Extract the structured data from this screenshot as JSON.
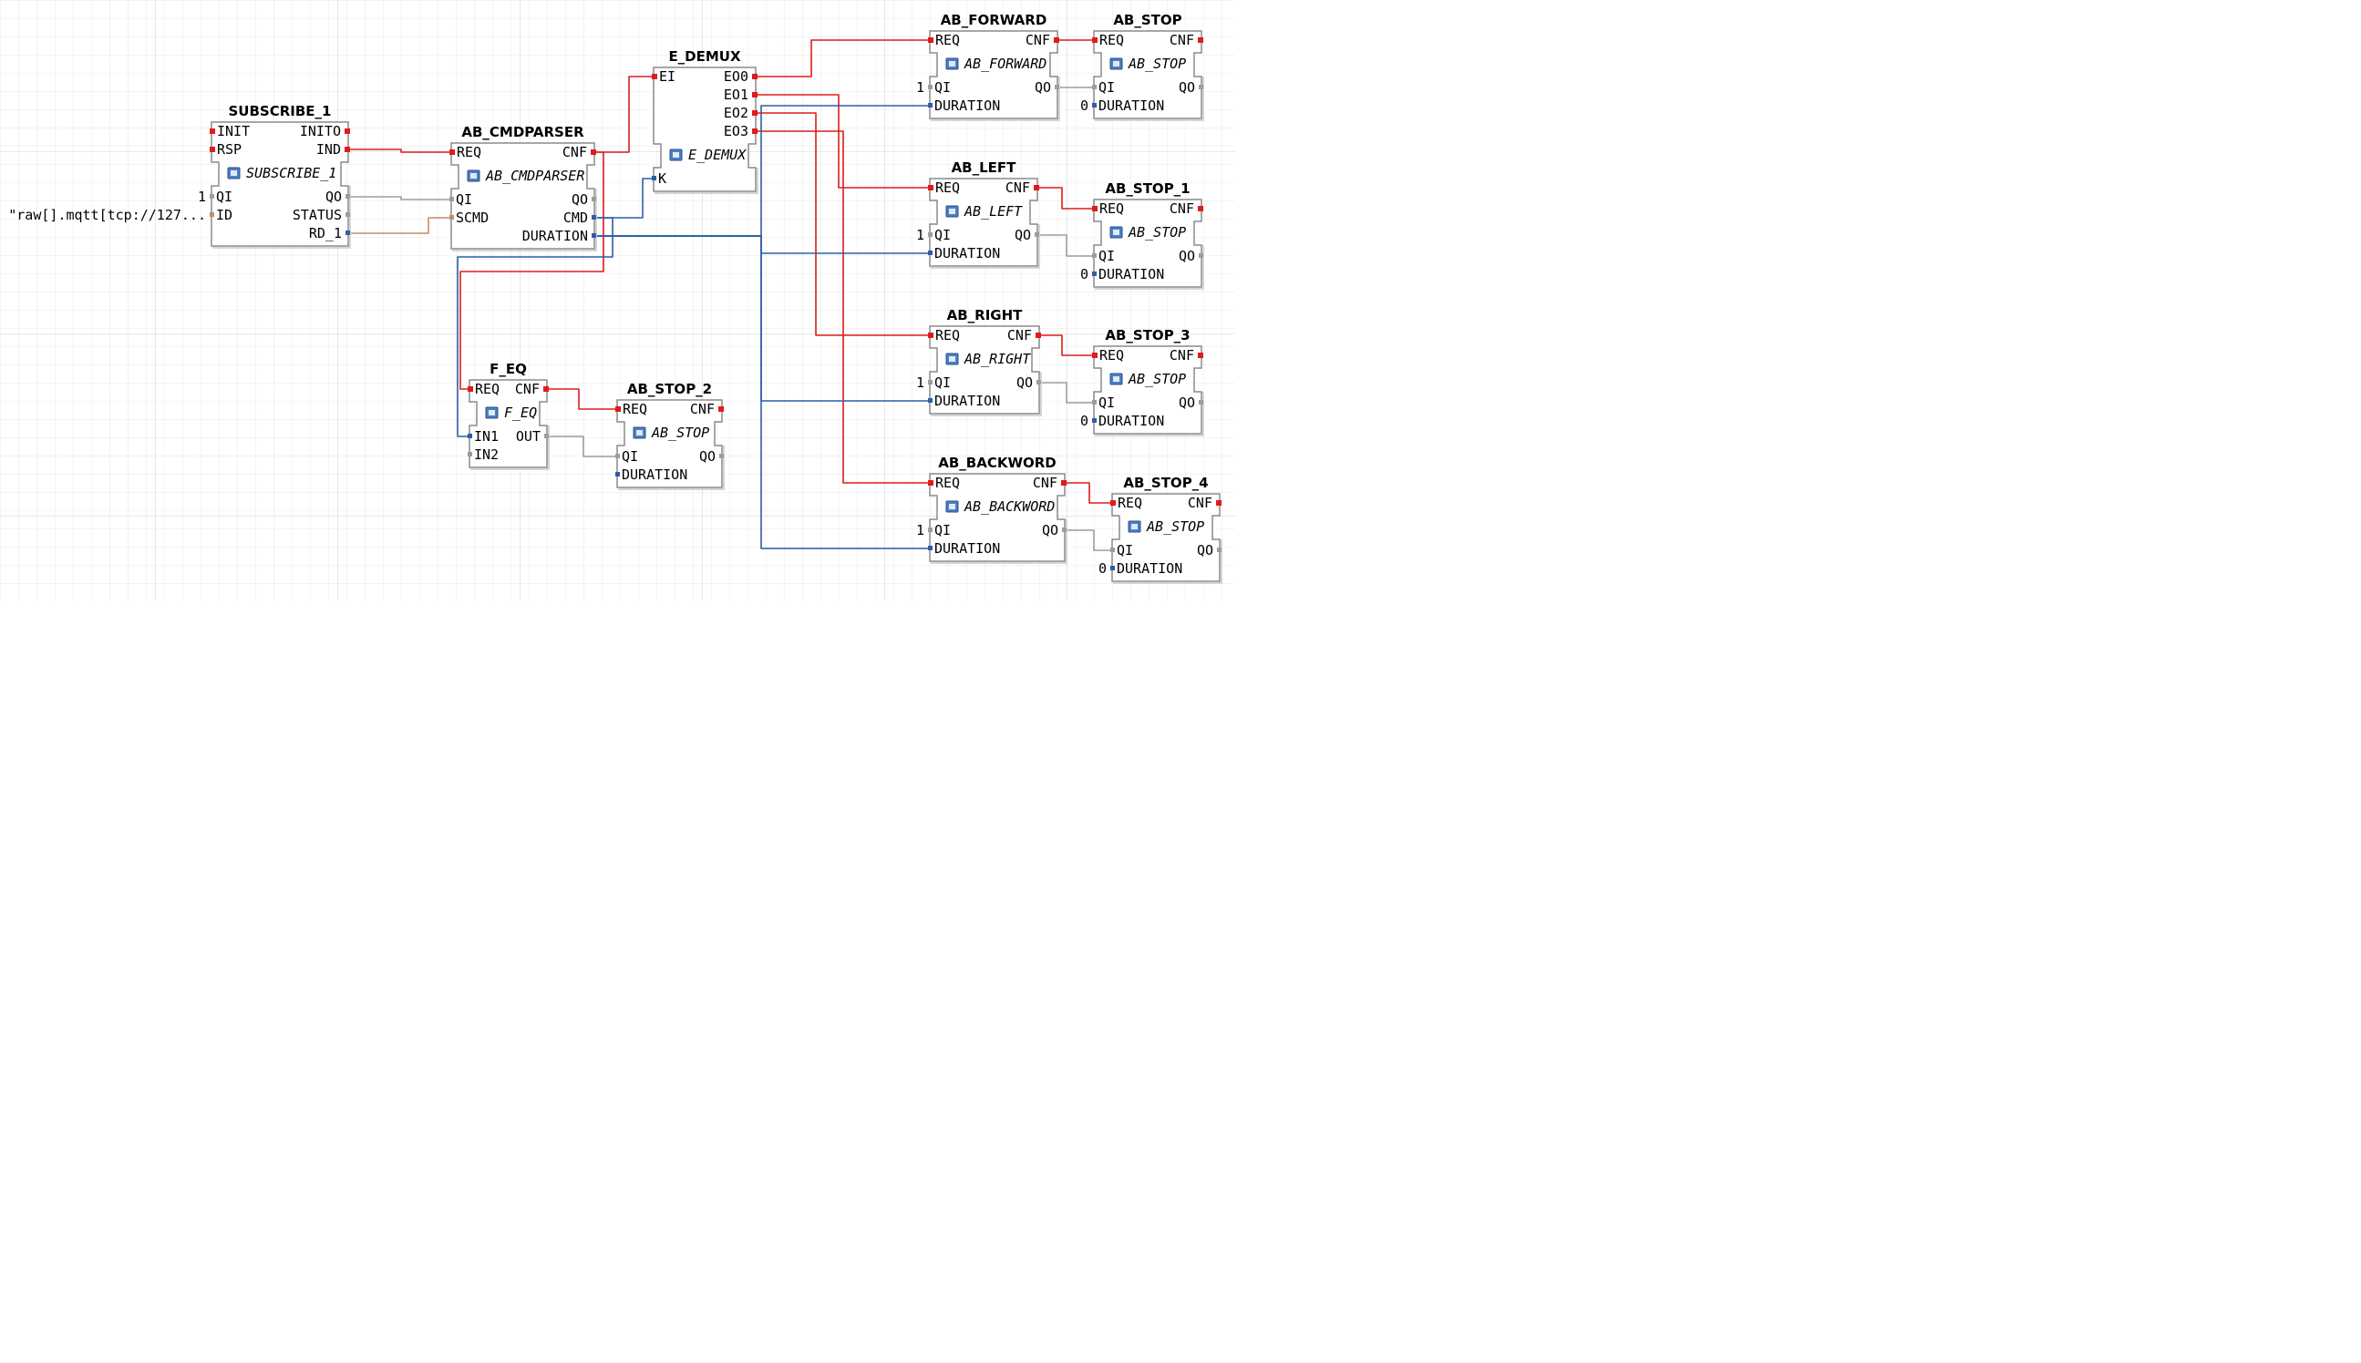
{
  "colors": {
    "event": "#e01b1b",
    "data_int": "#2b5ea8",
    "data_bool": "#9e9e93",
    "data_string": "#c98a6a",
    "block_border": "#8a8a8a"
  },
  "constants": {
    "subscribe_id": "\"raw[].mqtt[tcp://127...",
    "one": "1",
    "zero": "0"
  },
  "blocks": {
    "subscribe_1": {
      "title": "SUBSCRIBE_1",
      "type": "SUBSCRIBE_1",
      "icon": "service-icon",
      "ev_in": [
        "INIT",
        "RSP"
      ],
      "ev_out": [
        "INITO",
        "IND"
      ],
      "d_in": [
        "QI",
        "ID"
      ],
      "d_out": [
        "QO",
        "STATUS",
        "RD_1"
      ]
    },
    "cmdparser": {
      "title": "AB_CMDPARSER",
      "type": "AB_CMDPARSER",
      "icon": "basic-fb-icon",
      "ev_in": [
        "REQ"
      ],
      "ev_out": [
        "CNF"
      ],
      "d_in": [
        "QI",
        "SCMD"
      ],
      "d_out": [
        "QO",
        "CMD",
        "DURATION"
      ]
    },
    "edemux": {
      "title": "E_DEMUX",
      "type": "E_DEMUX",
      "icon": "composite-fb-icon",
      "ev_in": [
        "EI"
      ],
      "ev_out": [
        "EO0",
        "EO1",
        "EO2",
        "EO3"
      ],
      "d_in": [
        "K"
      ],
      "d_out": []
    },
    "feq": {
      "title": "F_EQ",
      "type": "F_EQ",
      "icon": "function-icon",
      "ev_in": [
        "REQ"
      ],
      "ev_out": [
        "CNF"
      ],
      "d_in": [
        "IN1",
        "IN2"
      ],
      "d_out": [
        "OUT"
      ]
    },
    "stop2": {
      "title": "AB_STOP_2",
      "type": "AB_STOP",
      "icon": "basic-fb-icon",
      "ev_in": [
        "REQ"
      ],
      "ev_out": [
        "CNF"
      ],
      "d_in": [
        "QI",
        "DURATION"
      ],
      "d_out": [
        "QO"
      ]
    },
    "forward": {
      "title": "AB_FORWARD",
      "type": "AB_FORWARD",
      "icon": "basic-fb-icon",
      "ev_in": [
        "REQ"
      ],
      "ev_out": [
        "CNF"
      ],
      "d_in": [
        "QI",
        "DURATION"
      ],
      "d_out": [
        "QO"
      ]
    },
    "stop": {
      "title": "AB_STOP",
      "type": "AB_STOP",
      "icon": "basic-fb-icon",
      "ev_in": [
        "REQ"
      ],
      "ev_out": [
        "CNF"
      ],
      "d_in": [
        "QI",
        "DURATION"
      ],
      "d_out": [
        "QO"
      ]
    },
    "left": {
      "title": "AB_LEFT",
      "type": "AB_LEFT",
      "icon": "basic-fb-icon",
      "ev_in": [
        "REQ"
      ],
      "ev_out": [
        "CNF"
      ],
      "d_in": [
        "QI",
        "DURATION"
      ],
      "d_out": [
        "QO"
      ]
    },
    "stop1": {
      "title": "AB_STOP_1",
      "type": "AB_STOP",
      "icon": "basic-fb-icon",
      "ev_in": [
        "REQ"
      ],
      "ev_out": [
        "CNF"
      ],
      "d_in": [
        "QI",
        "DURATION"
      ],
      "d_out": [
        "QO"
      ]
    },
    "right": {
      "title": "AB_RIGHT",
      "type": "AB_RIGHT",
      "icon": "basic-fb-icon",
      "ev_in": [
        "REQ"
      ],
      "ev_out": [
        "CNF"
      ],
      "d_in": [
        "QI",
        "DURATION"
      ],
      "d_out": [
        "QO"
      ]
    },
    "stop3": {
      "title": "AB_STOP_3",
      "type": "AB_STOP",
      "icon": "basic-fb-icon",
      "ev_in": [
        "REQ"
      ],
      "ev_out": [
        "CNF"
      ],
      "d_in": [
        "QI",
        "DURATION"
      ],
      "d_out": [
        "QO"
      ]
    },
    "backword": {
      "title": "AB_BACKWORD",
      "type": "AB_BACKWORD",
      "icon": "basic-fb-icon",
      "ev_in": [
        "REQ"
      ],
      "ev_out": [
        "CNF"
      ],
      "d_in": [
        "QI",
        "DURATION"
      ],
      "d_out": [
        "QO"
      ]
    },
    "stop4": {
      "title": "AB_STOP_4",
      "type": "AB_STOP",
      "icon": "basic-fb-icon",
      "ev_in": [
        "REQ"
      ],
      "ev_out": [
        "CNF"
      ],
      "d_in": [
        "QI",
        "DURATION"
      ],
      "d_out": [
        "QO"
      ]
    }
  }
}
